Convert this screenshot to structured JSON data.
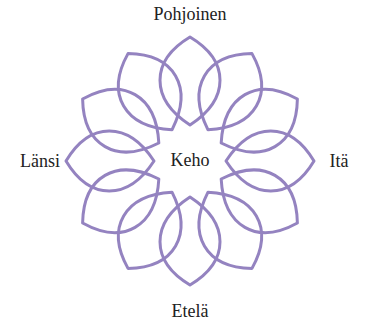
{
  "diagram": {
    "nodes": [
      {
        "text": [
          "Keho"
        ]
      }
    ],
    "labels": [
      "Pohjoinen",
      "Länsi",
      "Itä",
      "Etelä"
    ]
  }
}
